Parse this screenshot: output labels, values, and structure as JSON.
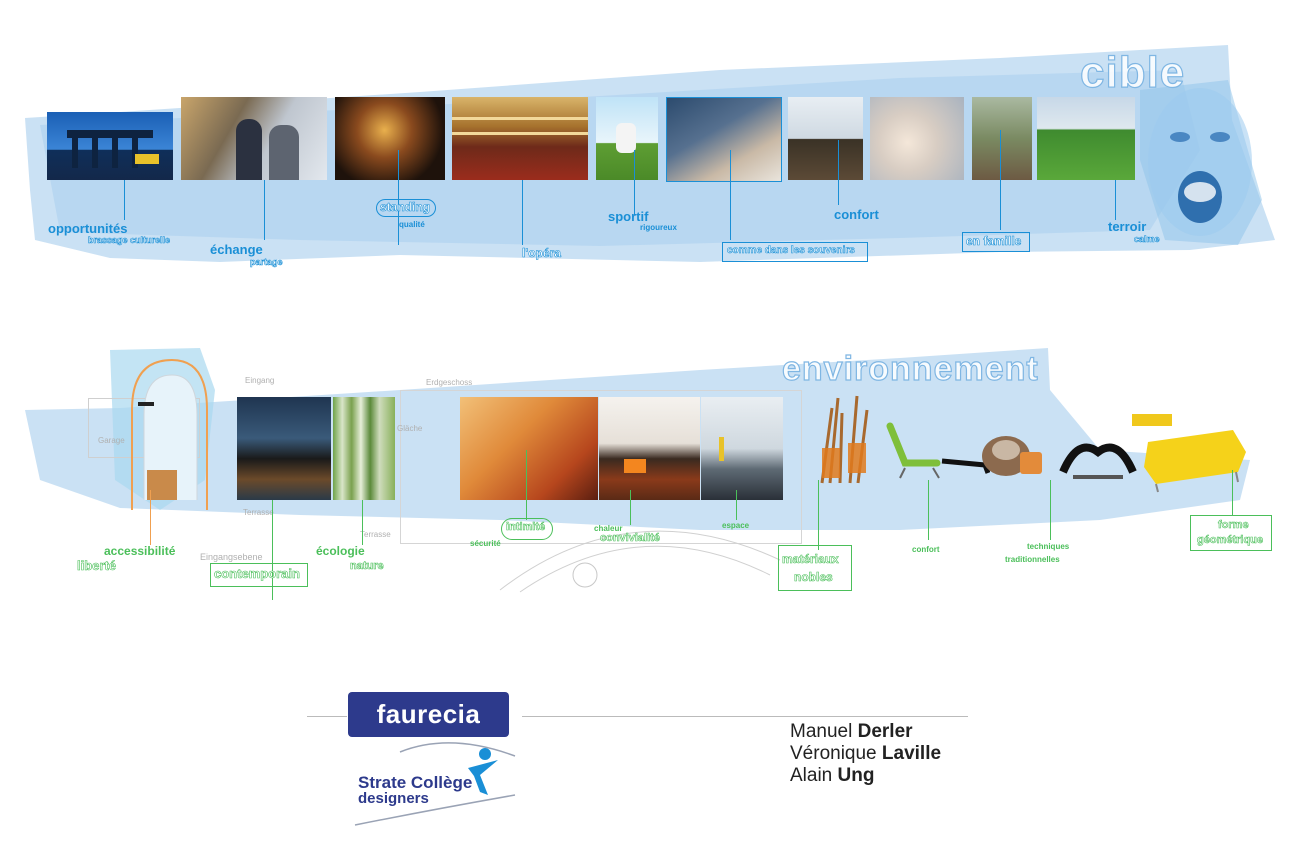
{
  "sections": {
    "cible": {
      "title": "cible"
    },
    "environnement": {
      "title": "environnement"
    }
  },
  "cible_labels": {
    "opportunites": "opportunités",
    "brassage": "brassage culturelle",
    "echange": "échange",
    "partage": "partage",
    "standing": "standing",
    "qualite": "qualité",
    "opera": "l'opéra",
    "sportif": "sportif",
    "rigoureux": "rigoureux",
    "souvenirs": "comme dans les souvenirs",
    "confort": "confort",
    "famille": "en famille",
    "terroir": "terroir",
    "calme": "calme"
  },
  "env_labels": {
    "accessibilite": "accessibilité",
    "liberte": "liberté",
    "contemporain": "contemporain",
    "ecologie": "écologie",
    "nature": "nature",
    "intimite": "intimité",
    "securite": "sécurité",
    "chaleur": "chaleur",
    "convivialite": "convivialité",
    "espace": "espace",
    "materiaux": "matériaux",
    "nobles": "nobles",
    "confort": "confort",
    "techniques": "techniques",
    "traditionnelles": "traditionnelles",
    "forme": "forme",
    "geometrique": "géométrique"
  },
  "plan_labels": {
    "eingang": "Eingang",
    "garage": "Garage",
    "erdgeschoss": "Erdgeschoss",
    "glaeche": "Gläche",
    "terrasse1": "Terrasse",
    "terrasse2": "Terrasse",
    "eingangsebene": "Eingangsebene"
  },
  "logos": {
    "faurecia": "faurecia",
    "strate_line1": "Strate Collège",
    "strate_line2": "designers"
  },
  "credits": [
    {
      "first": "Manuel",
      "last": "Derler"
    },
    {
      "first": "Véronique",
      "last": "Laville"
    },
    {
      "first": "Alain",
      "last": "Ung"
    }
  ],
  "colors": {
    "accent_blue": "#1a8fd6",
    "accent_green": "#4bbf5a",
    "band_blue": "#b9d9f1",
    "faurecia_navy": "#2d3a8c"
  }
}
